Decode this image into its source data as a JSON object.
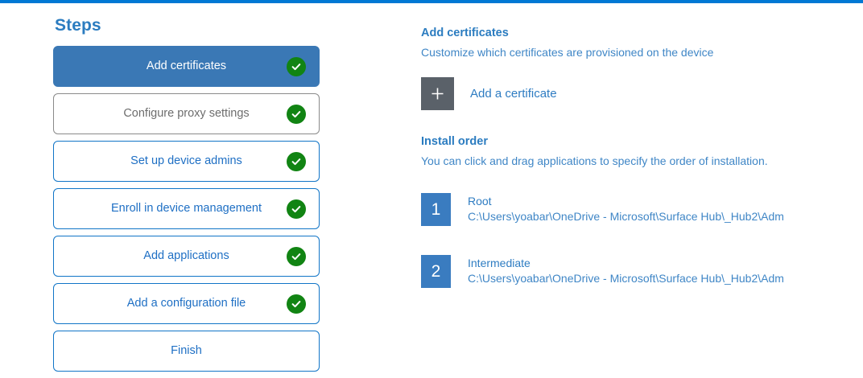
{
  "theme": {
    "accent_bar": "#0078d4",
    "active_step_bg": "#3a78b5",
    "step_border": "#1175c7",
    "step_text": "#1e6fc4",
    "muted_border": "#8a8a8a",
    "muted_text": "#6d6d6d",
    "check_green": "#118413",
    "heading_blue": "#2b7cc0",
    "body_blue": "#3f86c6",
    "add_square_gray": "#5a6169",
    "order_badge_blue": "#3a7cc0"
  },
  "steps_panel": {
    "title": "Steps",
    "items": [
      {
        "label": "Add certificates",
        "state": "active",
        "completed": true
      },
      {
        "label": "Configure proxy settings",
        "state": "muted",
        "completed": true
      },
      {
        "label": "Set up device admins",
        "state": "normal",
        "completed": true
      },
      {
        "label": "Enroll in device management",
        "state": "normal",
        "completed": true
      },
      {
        "label": "Add applications",
        "state": "normal",
        "completed": true
      },
      {
        "label": "Add a configuration file",
        "state": "normal",
        "completed": true
      },
      {
        "label": "Finish",
        "state": "normal",
        "completed": false
      }
    ]
  },
  "detail_panel": {
    "heading": "Add certificates",
    "description": "Customize which certificates are provisioned on the device",
    "add_certificate": {
      "icon": "plus-icon",
      "label": "Add a certificate"
    },
    "install_order": {
      "heading": "Install order",
      "description": "You can click and drag applications to specify the order of installation.",
      "items": [
        {
          "number": "1",
          "name": "Root",
          "path": "C:\\Users\\yoabar\\OneDrive - Microsoft\\Surface Hub\\_Hub2\\Adm"
        },
        {
          "number": "2",
          "name": "Intermediate",
          "path": "C:\\Users\\yoabar\\OneDrive - Microsoft\\Surface Hub\\_Hub2\\Adm"
        }
      ]
    }
  }
}
